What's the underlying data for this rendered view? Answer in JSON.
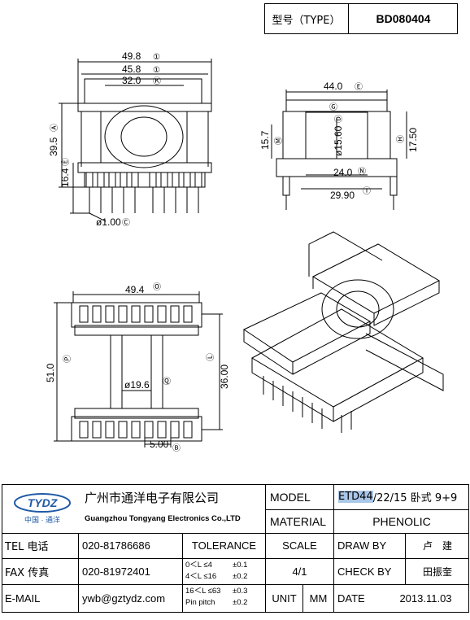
{
  "type_box": {
    "label": "型号（TYPE）",
    "value": "BD080404"
  },
  "drawing": {
    "front_view": {
      "dim_width_outer": "49.8",
      "ref_width_outer": "①",
      "dim_width_mid": "45.8",
      "ref_width_mid": "①",
      "dim_width_inner": "32.0",
      "ref_width_inner": "Ⓚ",
      "dim_height": "39.5",
      "ref_height": "Ⓐ",
      "dim_pin_height": "16.4",
      "ref_pin_height": "Ⓔ",
      "dim_pin_dia": "ø1.00",
      "ref_pin_dia": "Ⓒ"
    },
    "side_view": {
      "dim_length": "44.0",
      "ref_length": "Ⓔ",
      "dim_center_ref": "Ⓖ",
      "dim_core_height": "15.7",
      "ref_core_height": "Ⓜ",
      "dim_bore": "ø15.60",
      "ref_bore": "Ⓓ",
      "dim_flange": "17.50",
      "ref_flange": "Ⓗ",
      "dim_inner": "24.0",
      "ref_inner": "Ⓝ",
      "dim_base": "29.90",
      "ref_base": "Ⓘ"
    },
    "bottom_view": {
      "dim_width": "49.4",
      "ref_width": "Ⓞ",
      "dim_length": "51.0",
      "ref_length": "Ⓟ",
      "dim_row_spacing": "36.00",
      "ref_row_spacing": "Ⓛ",
      "dim_core": "ø19.6",
      "ref_core": "Ⓠ",
      "dim_pitch": "5.00",
      "ref_pitch": "Ⓑ"
    }
  },
  "title_block": {
    "logo_text": "TYDZ",
    "logo_sub": "中国 · 通洋",
    "company_cn": "广州市通洋电子有限公司",
    "company_en": "Guangzhou Tongyang Electronics Co.,LTD",
    "model_label": "MODEL",
    "model_value_hl": "ETD44",
    "model_value_rest": "/22/15 卧式 9+9",
    "material_label": "MATERIAL",
    "material_value": "PHENOLIC",
    "tel_label": "TEL 电话",
    "tel_value": "020-81786686",
    "tolerance_label": "TOLERANCE",
    "scale_label": "SCALE",
    "drawby_label": "DRAW BY",
    "drawby_value": "卢　建",
    "fax_label": "FAX 传真",
    "fax_value": "020-81972401",
    "tol_rows": [
      {
        "range": "0＜L ≤4",
        "value": "±0.1"
      },
      {
        "range": "4＜L ≤16",
        "value": "±0.2"
      },
      {
        "range": "16＜L ≤63",
        "value": "±0.3"
      },
      {
        "range": "Pin pitch",
        "value": "±0.2"
      }
    ],
    "scale_value": "4/1",
    "checkby_label": "CHECK BY",
    "checkby_value": "田振奎",
    "email_label": "E-MAIL",
    "email_value": "ywb@gztydz.com",
    "unit_label": "UNIT",
    "unit_value": "MM",
    "date_label": "DATE",
    "date_value": "2013.11.03"
  }
}
